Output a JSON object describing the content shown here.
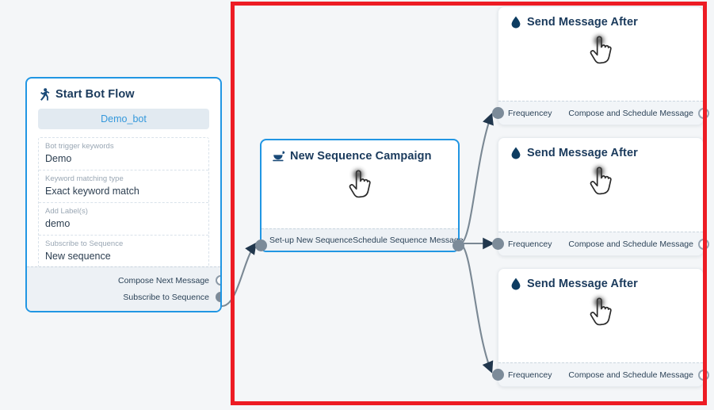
{
  "canvas": {
    "background_color": "#f4f6f8",
    "highlight_color": "#ed1c24"
  },
  "nodes": {
    "start_bot_flow": {
      "icon": "running-person-icon",
      "title": "Start Bot Flow",
      "bot_pill": "Demo_bot",
      "accent_color": "#2196e3",
      "fields": [
        {
          "label": "Bot trigger keywords",
          "value": "Demo"
        },
        {
          "label": "Keyword matching type",
          "value": "Exact keyword match"
        },
        {
          "label": "Add Label(s)",
          "value": "demo"
        },
        {
          "label": "Subscribe to Sequence",
          "value": "New sequence"
        }
      ],
      "ports": [
        {
          "label": "Compose Next Message",
          "style": "hollow"
        },
        {
          "label": "Subscribe to Sequence",
          "style": "filled"
        }
      ]
    },
    "new_sequence_campaign": {
      "icon": "sequence-campaign-icon",
      "title": "New Sequence Campaign",
      "accent_color": "#2196e3",
      "cursor_icon": "hand-pointer-icon",
      "footer_left_label": "Set-up New Sequence",
      "footer_right_label": "Schedule Sequence Message"
    },
    "send_message_cards": [
      {
        "icon": "water-drop-icon",
        "title": "Send Message After",
        "cursor_icon": "hand-pointer-icon",
        "in_port_label": "Frequencey",
        "out_port_label": "Compose and Schedule Message"
      },
      {
        "icon": "water-drop-icon",
        "title": "Send Message After",
        "cursor_icon": "hand-pointer-icon",
        "in_port_label": "Frequencey",
        "out_port_label": "Compose and Schedule Message"
      },
      {
        "icon": "water-drop-icon",
        "title": "Send Message After",
        "cursor_icon": "hand-pointer-icon",
        "in_port_label": "Frequencey",
        "out_port_label": "Compose and Schedule Message"
      }
    ]
  }
}
